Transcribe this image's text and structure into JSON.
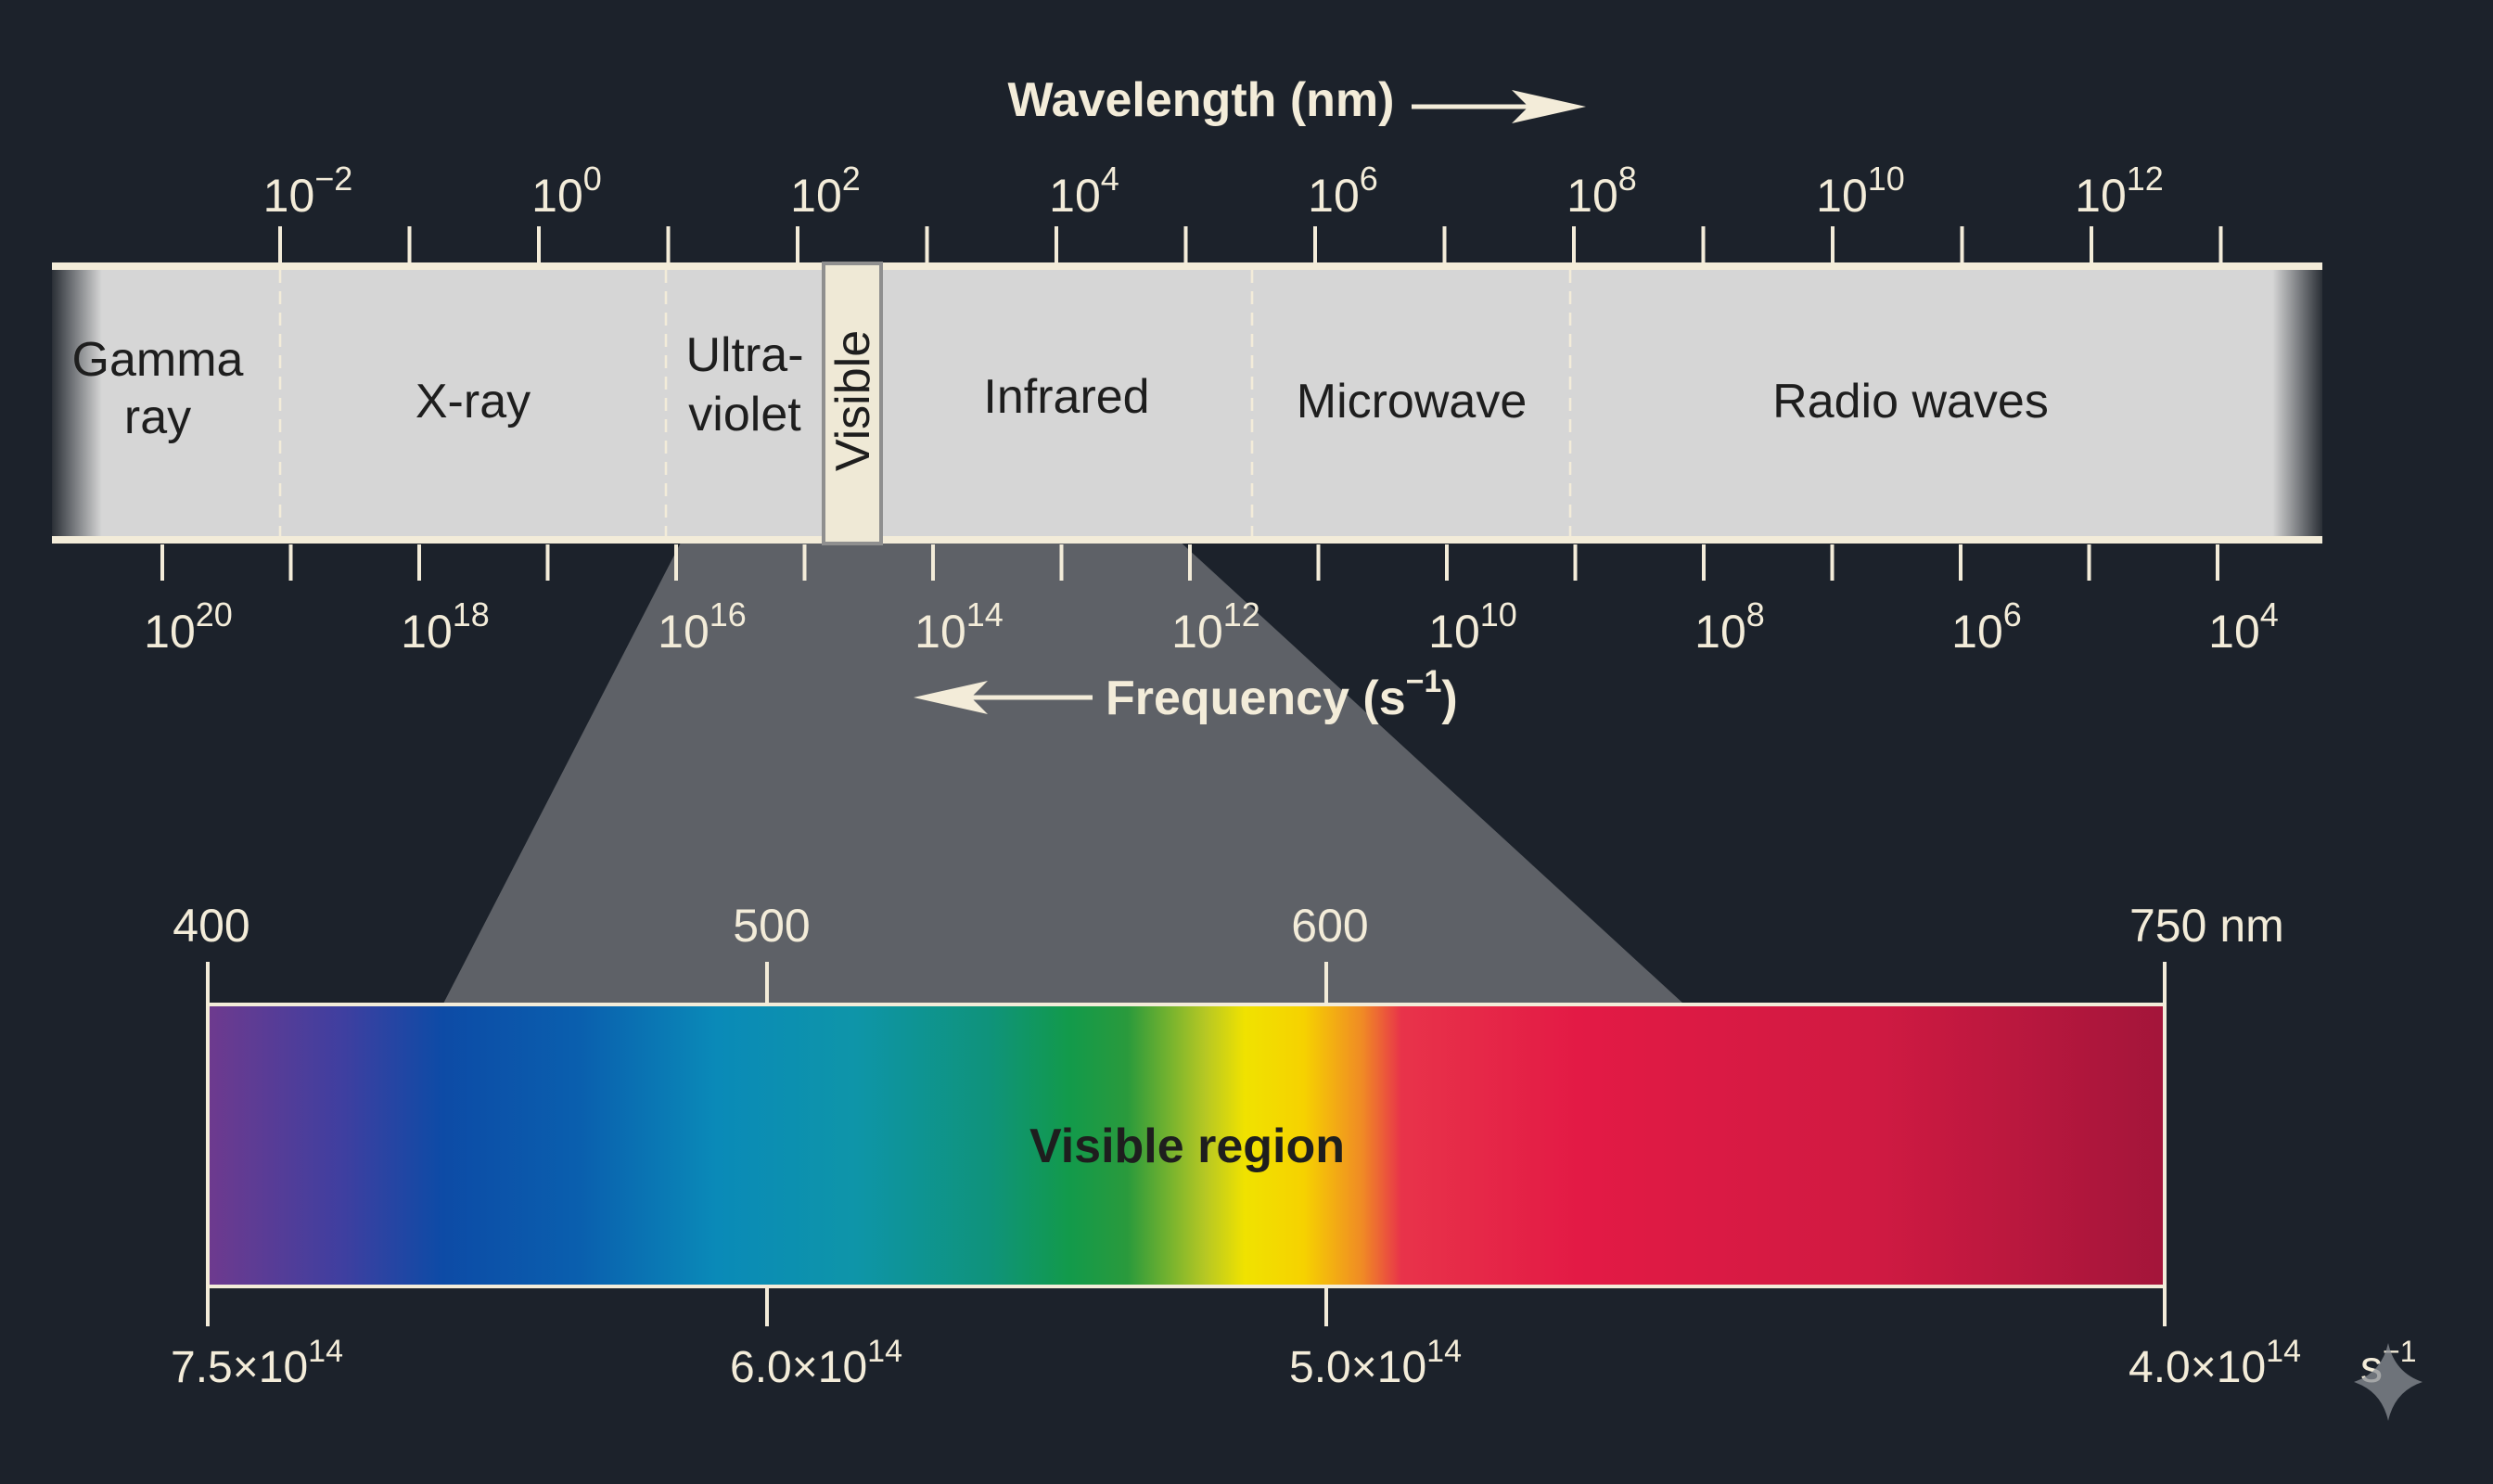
{
  "wavelength_axis": {
    "title": "Wavelength (nm)",
    "ticks": [
      {
        "base": "10",
        "exp": "−2"
      },
      {
        "base": "10",
        "exp": "0"
      },
      {
        "base": "10",
        "exp": "2"
      },
      {
        "base": "10",
        "exp": "4"
      },
      {
        "base": "10",
        "exp": "6"
      },
      {
        "base": "10",
        "exp": "8"
      },
      {
        "base": "10",
        "exp": "10"
      },
      {
        "base": "10",
        "exp": "12"
      }
    ]
  },
  "frequency_axis": {
    "title": "Frequency (s",
    "title_exp": "−1",
    "title_close": ")",
    "ticks": [
      {
        "base": "10",
        "exp": "20"
      },
      {
        "base": "10",
        "exp": "18"
      },
      {
        "base": "10",
        "exp": "16"
      },
      {
        "base": "10",
        "exp": "14"
      },
      {
        "base": "10",
        "exp": "12"
      },
      {
        "base": "10",
        "exp": "10"
      },
      {
        "base": "10",
        "exp": "8"
      },
      {
        "base": "10",
        "exp": "6"
      },
      {
        "base": "10",
        "exp": "4"
      }
    ]
  },
  "regions": {
    "gamma_line1": "Gamma",
    "gamma_line2": "ray",
    "xray": "X-ray",
    "uv_line1": "Ultra-",
    "uv_line2": "violet",
    "visible": "Visible",
    "infrared": "Infrared",
    "microwave": "Microwave",
    "radio": "Radio waves"
  },
  "visible_region": {
    "label": "Visible region",
    "wavelength_ticks": [
      "400",
      "500",
      "600",
      "750 nm"
    ],
    "frequency_ticks": [
      {
        "mant": "7.5×10",
        "exp": "14"
      },
      {
        "mant": "6.0×10",
        "exp": "14"
      },
      {
        "mant": "5.0×10",
        "exp": "14"
      },
      {
        "mant": "4.0×10",
        "exp": "14"
      }
    ],
    "frequency_unit": "s",
    "frequency_unit_exp": "−1"
  },
  "colors": {
    "background": "#1c222b",
    "band_fill": "#d8d8d8",
    "band_border": "#f3ecd9",
    "text_light": "#f3ecd9",
    "text_dark": "#1e1e1e"
  }
}
